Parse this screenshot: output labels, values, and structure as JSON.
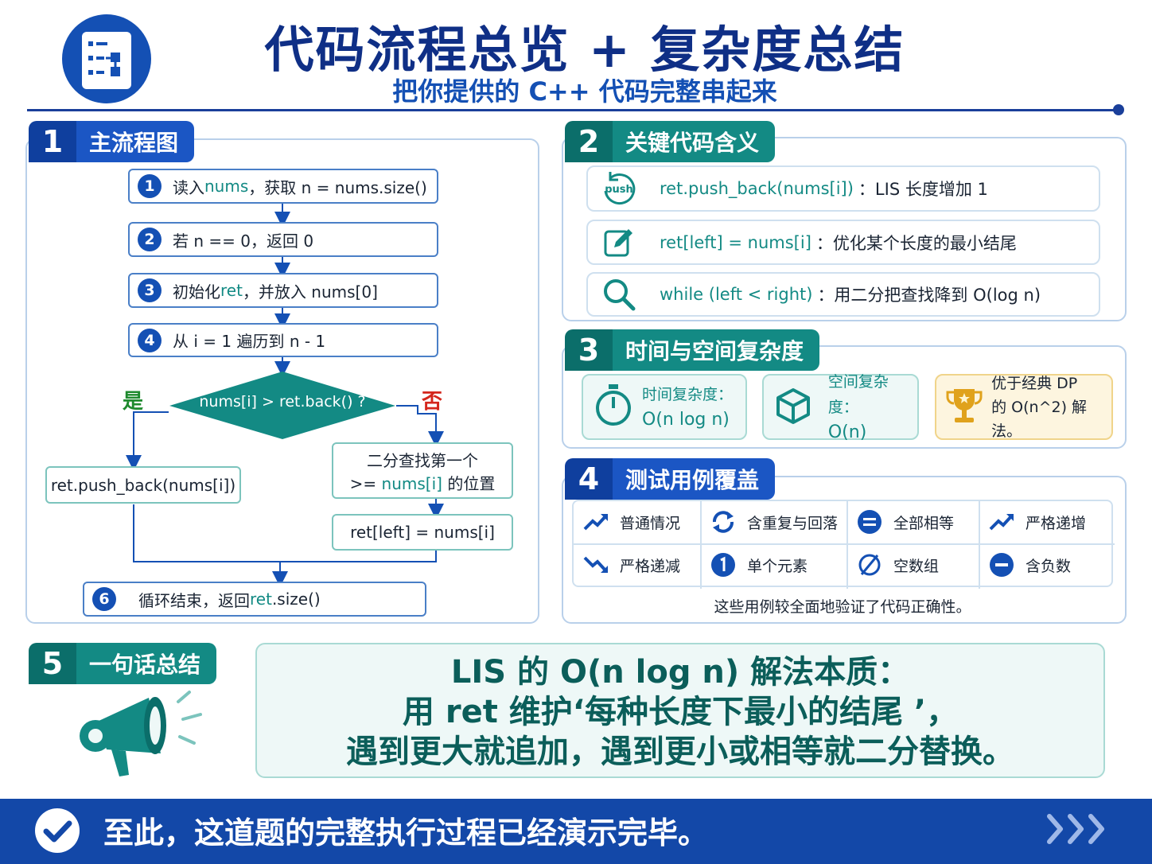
{
  "header": {
    "title": "代码流程总览 + 复杂度总结",
    "subtitle": "把你提供的 C++ 代码完整串起来"
  },
  "sec1": {
    "num": "1",
    "label": "主流程图",
    "steps": [
      {
        "n": "1",
        "pre": "读入 ",
        "code": "nums",
        "post": "，获取 n = nums.size()"
      },
      {
        "n": "2",
        "pre": "若 n == 0，返回 0",
        "code": "",
        "post": ""
      },
      {
        "n": "3",
        "pre": "初始化 ",
        "code": "ret",
        "post": "，并放入 nums[0]"
      },
      {
        "n": "4",
        "pre": "从 i = 1 遍历到 n - 1",
        "code": "",
        "post": ""
      }
    ],
    "decision": "nums[i] > ret.back() ?",
    "yes": "是",
    "no": "否",
    "yes_box": "ret.push_back(nums[i])",
    "bin_line1": "二分查找第一个",
    "bin_pre": ">= ",
    "bin_code": "nums[i]",
    "bin_post": " 的位置",
    "assign_box": "ret[left] = nums[i]",
    "end": {
      "n": "6",
      "pre": "循环结束，返回 ",
      "code": "ret",
      "post": ".size()"
    }
  },
  "sec2": {
    "num": "2",
    "label": "关键代码含义",
    "rows": [
      {
        "icon": "push-icon",
        "icon_text": "push",
        "code": "ret.push_back(nums[i])",
        "desc": "：LIS 长度增加 1"
      },
      {
        "icon": "edit-icon",
        "code": "ret[left] = nums[i]",
        "desc": "：优化某个长度的最小结尾"
      },
      {
        "icon": "search-icon",
        "code": "while (left < right)",
        "desc": "：用二分把查找降到 O(log n)"
      }
    ]
  },
  "sec3": {
    "num": "3",
    "label": "时间与空间复杂度",
    "time_title": "时间复杂度：",
    "time_value": "O(n log n)",
    "space_title": "空间复杂度：",
    "space_value": "O(n)",
    "better_line1": "优于经典 DP",
    "better_line2": "的 O(n^2) 解法。"
  },
  "sec4": {
    "num": "4",
    "label": "测试用例覆盖",
    "cells": [
      {
        "icon": "trend-up-icon",
        "label": "普通情况"
      },
      {
        "icon": "repeat-icon",
        "label": "含重复与回落"
      },
      {
        "icon": "equal-icon",
        "label": "全部相等"
      },
      {
        "icon": "trend-up-icon",
        "label": "严格递增"
      },
      {
        "icon": "trend-down-icon",
        "label": "严格递减"
      },
      {
        "icon": "one-icon",
        "label": "单个元素"
      },
      {
        "icon": "empty-set-icon",
        "label": "空数组"
      },
      {
        "icon": "minus-icon",
        "label": "含负数"
      }
    ],
    "note": "这些用例较全面地验证了代码正确性。"
  },
  "sec5": {
    "num": "5",
    "label": "一句话总结",
    "line1": "LIS 的 O(n log n) 解法本质：",
    "line2": "用 ret 维护‘每种长度下最小的结尾 ’，",
    "line3": "遇到更大就追加，遇到更小或相等就二分替换。"
  },
  "footer": {
    "text": "至此，这道题的完整执行过程已经演示完毕。"
  },
  "colors": {
    "navy": "#0f2f86",
    "blue": "#1450b4",
    "teal": "#138a84",
    "green": "#1e8a2e",
    "red": "#d4261c",
    "gold": "#e0a21c"
  }
}
